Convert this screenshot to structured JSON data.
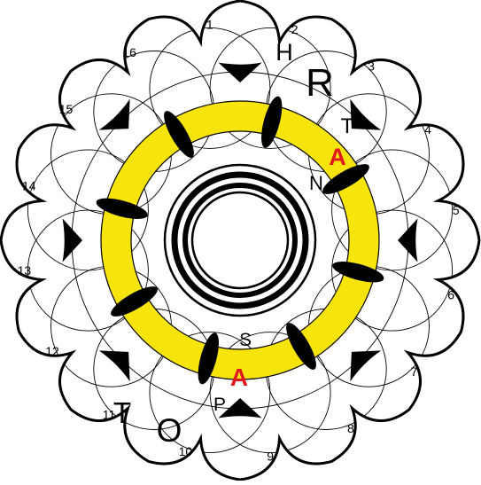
{
  "diagram": {
    "colors": {
      "background": "#ffffff",
      "stroke": "#000000",
      "ring_fill": "#f7e40a",
      "highlight_letter": "#e3171e"
    },
    "petal_numbers": [
      "1",
      "2",
      "3",
      "4",
      "5",
      "6",
      "7",
      "8",
      "9",
      "10",
      "11",
      "12",
      "13",
      "14",
      "15",
      "16"
    ],
    "letters": {
      "h": "H",
      "r": "R",
      "t": "T",
      "a_top": "A",
      "n": "N",
      "s": "S",
      "a_bottom": "A",
      "p": "P",
      "o": "O",
      "t_bottom": "T"
    }
  }
}
